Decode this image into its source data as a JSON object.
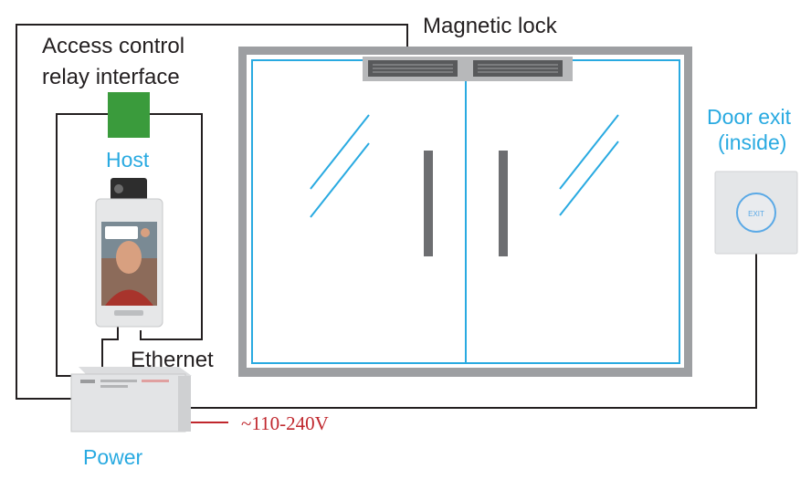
{
  "labels": {
    "magnetic_lock": "Magnetic lock",
    "access_control_line1": "Access control",
    "access_control_line2": "relay interface",
    "host": "Host",
    "ethernet": "Ethernet",
    "door_exit_line1": "Door exit",
    "door_exit_line2": "(inside)",
    "power": "Power",
    "voltage": "~110-240V"
  },
  "colors": {
    "wire": "#231f20",
    "accent_blue": "#29aae1",
    "voltage_red": "#c0272d",
    "relay_green": "#3a9b3c",
    "door_frame": "#9d9fa2"
  },
  "icons": {
    "relay": "green-square",
    "terminal": "face-recognition-terminal",
    "exit_button": "exit-button",
    "power_supply": "power-supply-box"
  }
}
